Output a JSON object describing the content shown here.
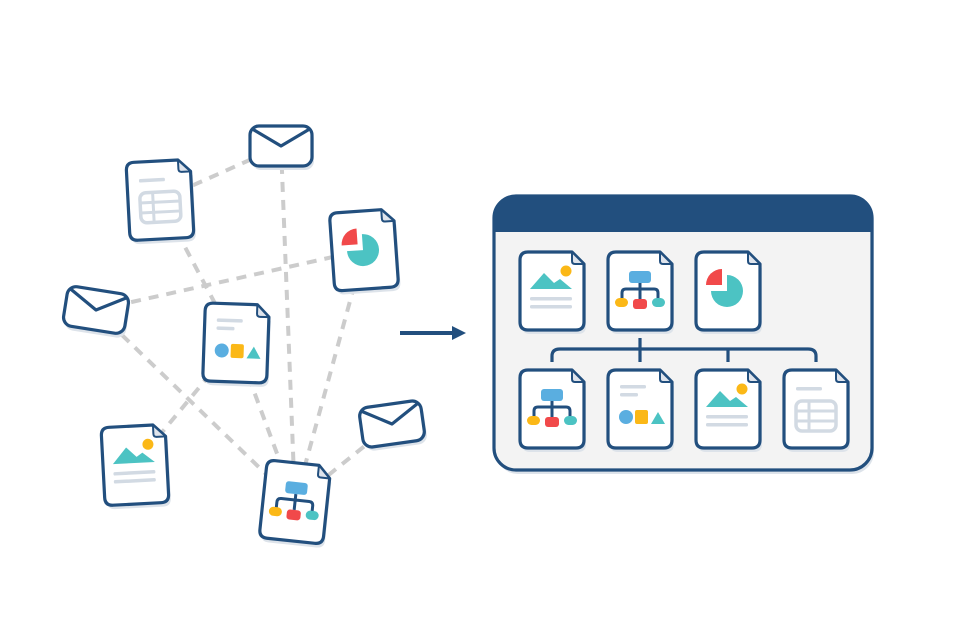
{
  "title": "",
  "colors": {
    "outline": "#224f7e",
    "dash": "#cccccc",
    "paper": "#ffffff",
    "shadow": "#dde3ea",
    "panel_bg": "#f3f3f3",
    "line_gray": "#d2dae3",
    "teal": "#4cc3c3",
    "blue": "#5aaee0",
    "yellow": "#fbb817",
    "red": "#f1494a"
  },
  "scattered": {
    "documents": [
      {
        "id": "doc-table",
        "kind": "table"
      },
      {
        "id": "doc-pie",
        "kind": "pie"
      },
      {
        "id": "doc-shapes",
        "kind": "shapes"
      },
      {
        "id": "doc-image",
        "kind": "image"
      },
      {
        "id": "doc-org",
        "kind": "org"
      }
    ],
    "envelopes": [
      {
        "id": "env-top"
      },
      {
        "id": "env-left"
      },
      {
        "id": "env-right"
      }
    ],
    "connections": [
      [
        "doc-table",
        "env-top"
      ],
      [
        "env-top",
        "doc-org"
      ],
      [
        "env-left",
        "doc-pie"
      ],
      [
        "doc-table",
        "doc-shapes"
      ],
      [
        "env-left",
        "doc-org"
      ],
      [
        "doc-image",
        "doc-shapes"
      ],
      [
        "doc-shapes",
        "doc-org"
      ],
      [
        "doc-pie",
        "doc-org"
      ],
      [
        "env-right",
        "doc-org"
      ]
    ]
  },
  "arrow": {
    "direction": "right"
  },
  "organized_window": {
    "top_row": [
      {
        "kind": "image"
      },
      {
        "kind": "org"
      },
      {
        "kind": "pie"
      }
    ],
    "bottom_row": [
      {
        "kind": "org"
      },
      {
        "kind": "shapes"
      },
      {
        "kind": "image"
      },
      {
        "kind": "table"
      }
    ],
    "parent_index": 1
  }
}
